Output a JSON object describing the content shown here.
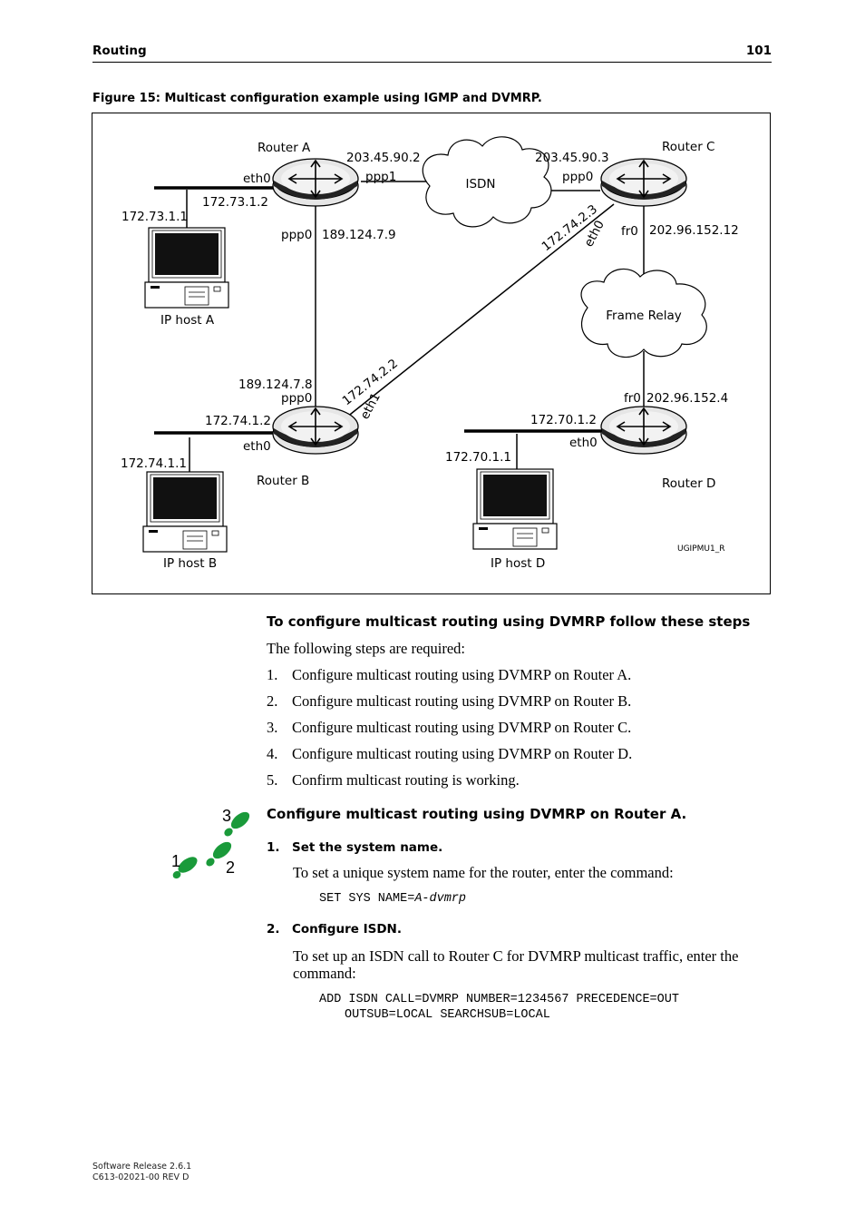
{
  "header": {
    "section": "Routing",
    "page_number": "101"
  },
  "figure": {
    "caption": "Figure 15: Multicast configuration example using IGMP and DVMRP.",
    "routers": {
      "a": {
        "label": "Router A"
      },
      "b": {
        "label": "Router B"
      },
      "c": {
        "label": "Router C"
      },
      "d": {
        "label": "Router D"
      }
    },
    "hosts": {
      "a": {
        "label": "IP host A",
        "ip": "172.73.1.1"
      },
      "b": {
        "label": "IP host B",
        "ip": "172.74.1.1"
      },
      "d": {
        "label": "IP host D",
        "ip": "172.70.1.1"
      }
    },
    "clouds": {
      "isdn": "ISDN",
      "frame_relay": "Frame Relay"
    },
    "labels": {
      "a_eth0": "eth0",
      "a_eth0_ip": "172.73.1.2",
      "a_ppp1_ip": "203.45.90.2",
      "a_ppp1": "ppp1",
      "a_ppp0": "ppp0",
      "a_ppp0_ip": "189.124.7.9",
      "c_ppp0_ip": "203.45.90.3",
      "c_ppp0": "ppp0",
      "c_eth0_ip": "172.74.2.3",
      "c_eth0": "eth0",
      "c_fr0": "fr0",
      "c_fr0_ip": "202.96.152.12",
      "b_ppp0_ip": "189.124.7.8",
      "b_ppp0": "ppp0",
      "b_eth1_ip": "172.74.2.2",
      "b_eth1": "eth1",
      "b_eth0_ip": "172.74.1.2",
      "b_eth0": "eth0",
      "d_fr0": "fr0",
      "d_fr0_ip": "202.96.152.4",
      "d_eth0_ip": "172.70.1.2",
      "d_eth0": "eth0"
    },
    "ref_code": "UGIPMU1_R"
  },
  "section": {
    "heading": "To configure multicast routing using DVMRP follow these steps",
    "intro": "The following steps are required:",
    "steps": [
      {
        "num": "1.",
        "text": "Configure multicast routing using DVMRP on Router A."
      },
      {
        "num": "2.",
        "text": "Configure multicast routing using DVMRP on Router B."
      },
      {
        "num": "3.",
        "text": "Configure multicast routing using DVMRP on Router C."
      },
      {
        "num": "4.",
        "text": "Configure multicast routing using DVMRP on Router D."
      },
      {
        "num": "5.",
        "text": "Confirm multicast routing is working."
      }
    ]
  },
  "subsection": {
    "heading": "Configure multicast routing using DVMRP on Router A.",
    "icon_numbers": {
      "one": "1",
      "two": "2",
      "three": "3"
    },
    "icon_color": "#1a9a3a",
    "items": [
      {
        "num": "1.",
        "title": "Set the system name.",
        "desc": "To set a unique system name for the router, enter the command:",
        "code_prefix": "SET SYS NAME=",
        "code_italic": "A-dvmrp"
      },
      {
        "num": "2.",
        "title": "Configure ISDN.",
        "desc_line1": "To set up an ISDN call to Router C for DVMRP multicast traffic, enter the",
        "desc_line2": "command:",
        "code_line1": "ADD ISDN CALL=DVMRP NUMBER=1234567 PRECEDENCE=OUT",
        "code_line2": "OUTSUB=LOCAL SEARCHSUB=LOCAL"
      }
    ]
  },
  "footer": {
    "release": "Software Release 2.6.1",
    "doc_number": "C613-02021-00 REV D"
  }
}
